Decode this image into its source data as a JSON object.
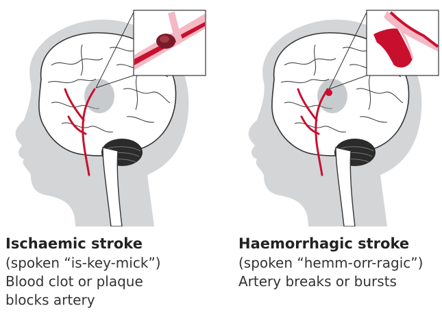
{
  "panels": [
    {
      "title": "Ischaemic stroke",
      "pronunciation": "(spoken “is-key-mick”)",
      "description_lines": [
        "Blood clot or plaque",
        "blocks artery"
      ]
    },
    {
      "title": "Haemorrhagic stroke",
      "pronunciation": "(spoken “hemm-orr-ragic”)",
      "description_lines": [
        "Artery breaks or bursts"
      ]
    }
  ],
  "colors": {
    "head_silhouette": "#d3d5d7",
    "brain_fill": "#ffffff",
    "brain_outline": "#333333",
    "cerebellum": "#2b2b2b",
    "artery_red": "#c8102e",
    "inset_pink": "#f3b9c4"
  }
}
